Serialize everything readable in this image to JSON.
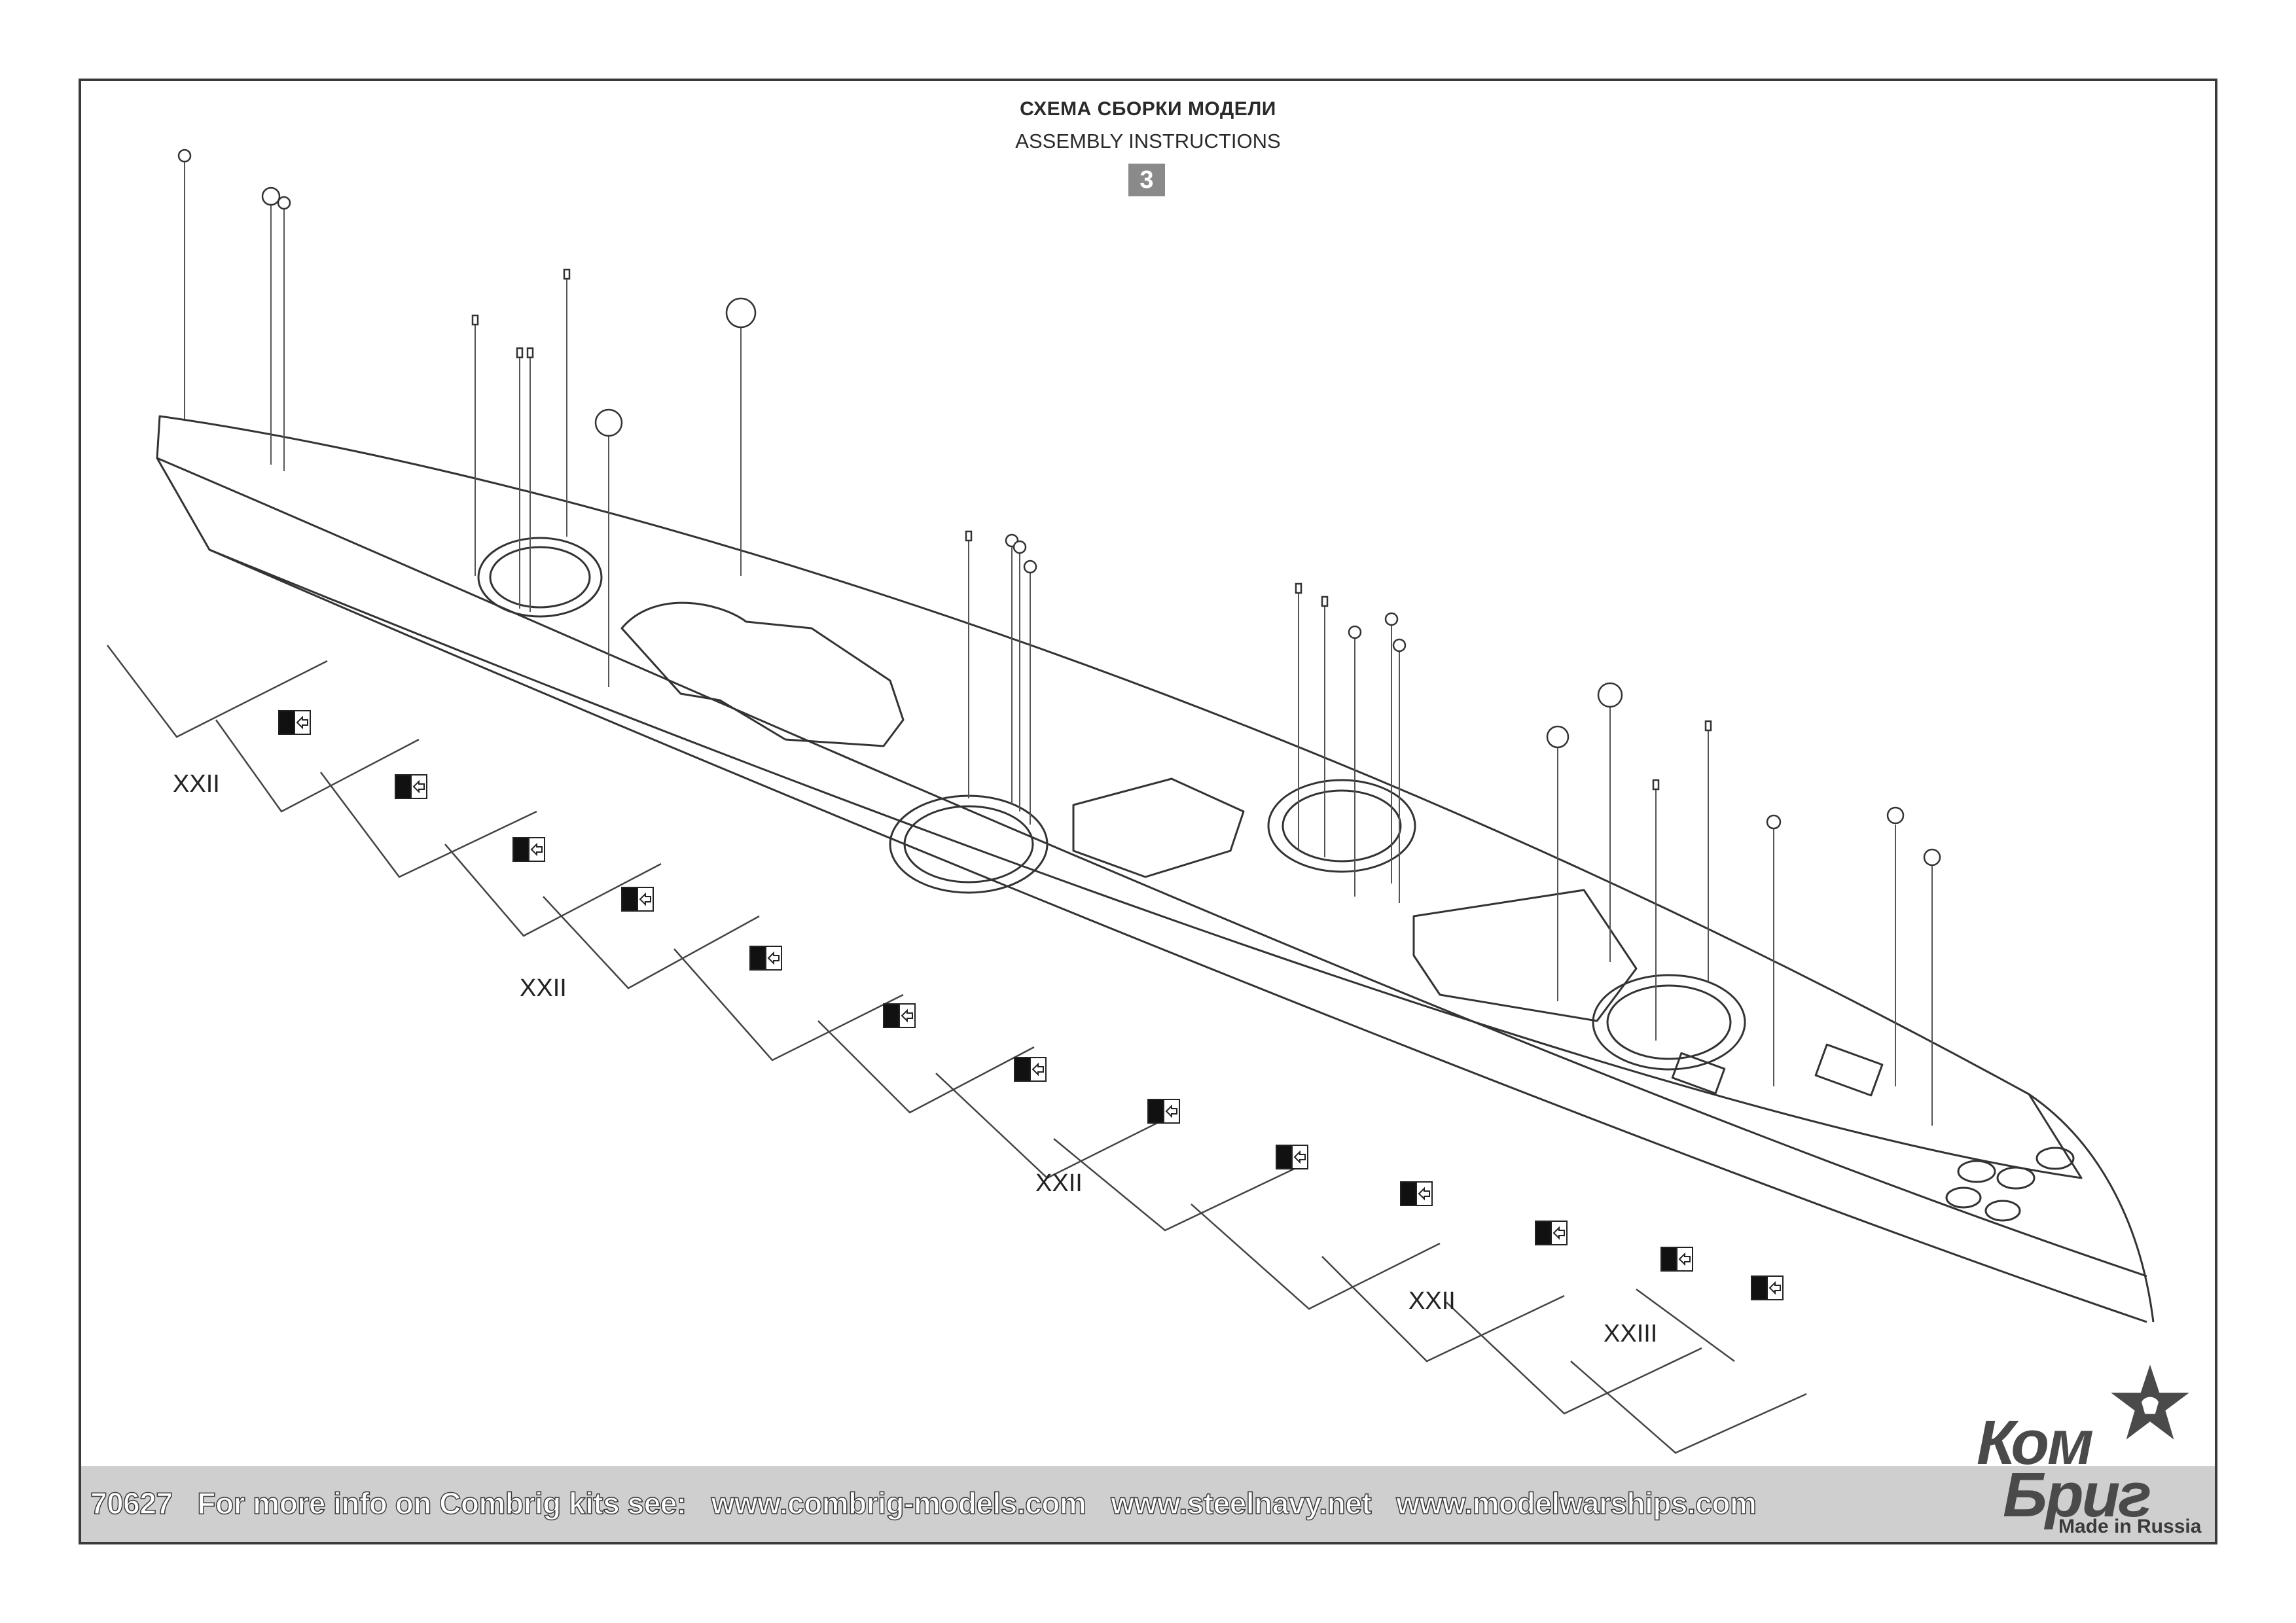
{
  "header": {
    "title_ru": "СХЕМА СБОРКИ МОДЕЛИ",
    "title_en": "ASSEMBLY INSTRUCTIONS",
    "step_number": "3"
  },
  "part_labels": [
    "XXII",
    "XXII",
    "XXII",
    "XXII",
    "XXIII"
  ],
  "footer": {
    "kit_number": "70627",
    "info_text": "For more info on Combrig kits see:",
    "links": [
      "www.combrig-models.com",
      "www.steelnavy.net",
      "www.modelwarships.com"
    ]
  },
  "logo": {
    "line1": "Ком",
    "line2": "Бриг",
    "tagline": "Made in Russia",
    "icon": "star-icon"
  },
  "colors": {
    "frame": "#3a3a3a",
    "footer_bar": "#cfcfcf",
    "step_box": "#8a8a8a",
    "line_art": "#333333"
  }
}
